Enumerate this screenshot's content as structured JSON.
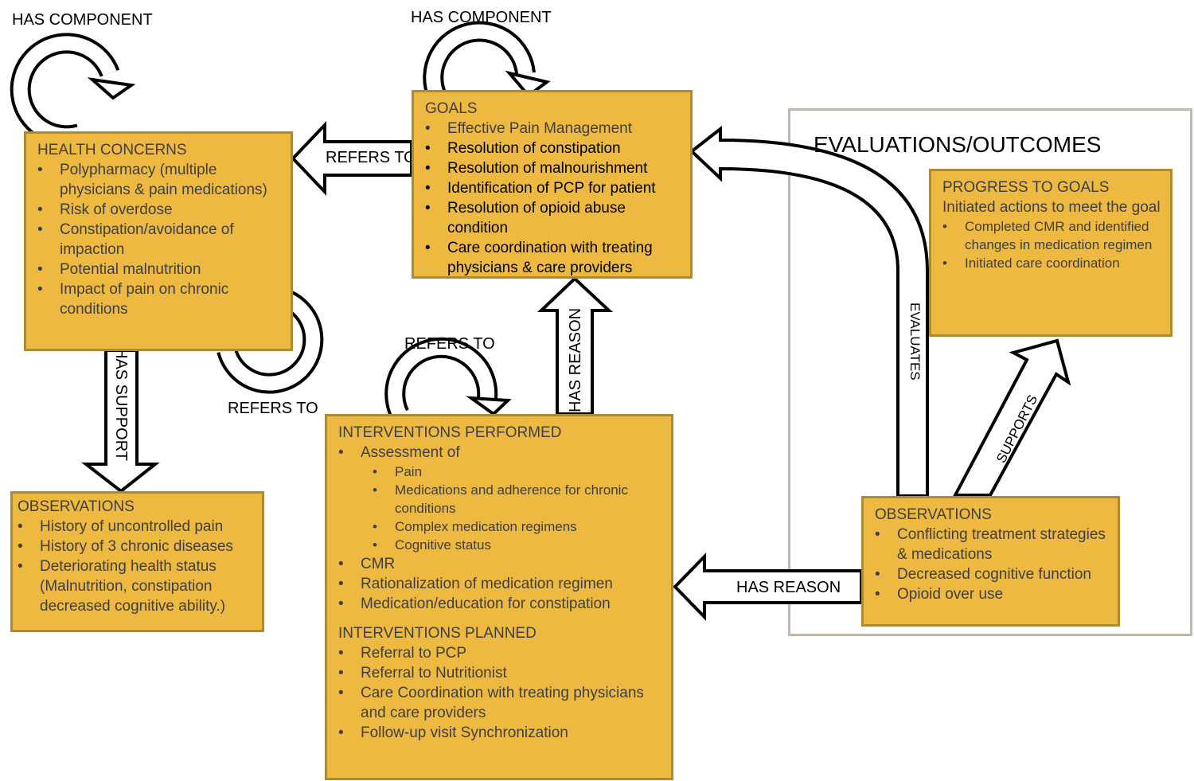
{
  "labels": {
    "has_component_1": "HAS COMPONENT",
    "has_component_2": "HAS COMPONENT",
    "refers_to_goals_health": "REFERS TO",
    "has_support": "HAS SUPPORT",
    "refers_to_health_loop": "REFERS TO",
    "refers_to_interventions_loop": "REFERS TO",
    "has_reason_up": "HAS REASON",
    "evaluates": "EVALUATES",
    "supports": "SUPPORTS",
    "has_reason_left": "HAS REASON",
    "evaluations_outcomes": "EVALUATIONS/OUTCOMES"
  },
  "health_concerns": {
    "title": "HEALTH  CONCERNS",
    "items": [
      "Polypharmacy (multiple physicians & pain medications)",
      "Risk of overdose",
      "Constipation/avoidance of impaction",
      "Potential malnutrition",
      "Impact of pain on chronic conditions"
    ]
  },
  "goals": {
    "title": "GOALS",
    "items": [
      "Effective Pain Management",
      "Resolution of constipation",
      "Resolution of malnourishment",
      "Identification of PCP for patient",
      "Resolution of opioid abuse condition",
      "Care coordination with treating physicians & care providers"
    ]
  },
  "progress": {
    "title": "PROGRESS TO GOALS",
    "subtitle": "Initiated actions to meet the goal",
    "items": [
      "Completed CMR and identified changes in medication regimen",
      "Initiated care coordination"
    ]
  },
  "observations_left": {
    "title": "OBSERVATIONS",
    "items": [
      "History of uncontrolled pain",
      "History of 3 chronic diseases",
      "Deteriorating health status (Malnutrition, constipation decreased cognitive ability.)"
    ]
  },
  "interventions": {
    "performed_title": "INTERVENTIONS  PERFORMED",
    "assessment": "Assessment of",
    "assessment_items": [
      "Pain",
      "Medications and adherence for chronic conditions",
      "Complex medication regimens",
      "Cognitive status"
    ],
    "performed_items": [
      "CMR",
      "Rationalization of medication regimen",
      "Medication/education for constipation"
    ],
    "planned_title": "INTERVENTIONS  PLANNED",
    "planned_items": [
      "Referral to PCP",
      "Referral to Nutritionist",
      "Care Coordination with treating physicians and care providers",
      "Follow-up  visit Synchronization"
    ]
  },
  "observations_right": {
    "title": "OBSERVATIONS",
    "items": [
      "Conflicting treatment strategies & medications",
      "Decreased cognitive function",
      "Opioid over use"
    ]
  },
  "colors": {
    "box_fill": "#EDB941",
    "box_border": "#B08A30",
    "frame": "#BFB8AE"
  }
}
